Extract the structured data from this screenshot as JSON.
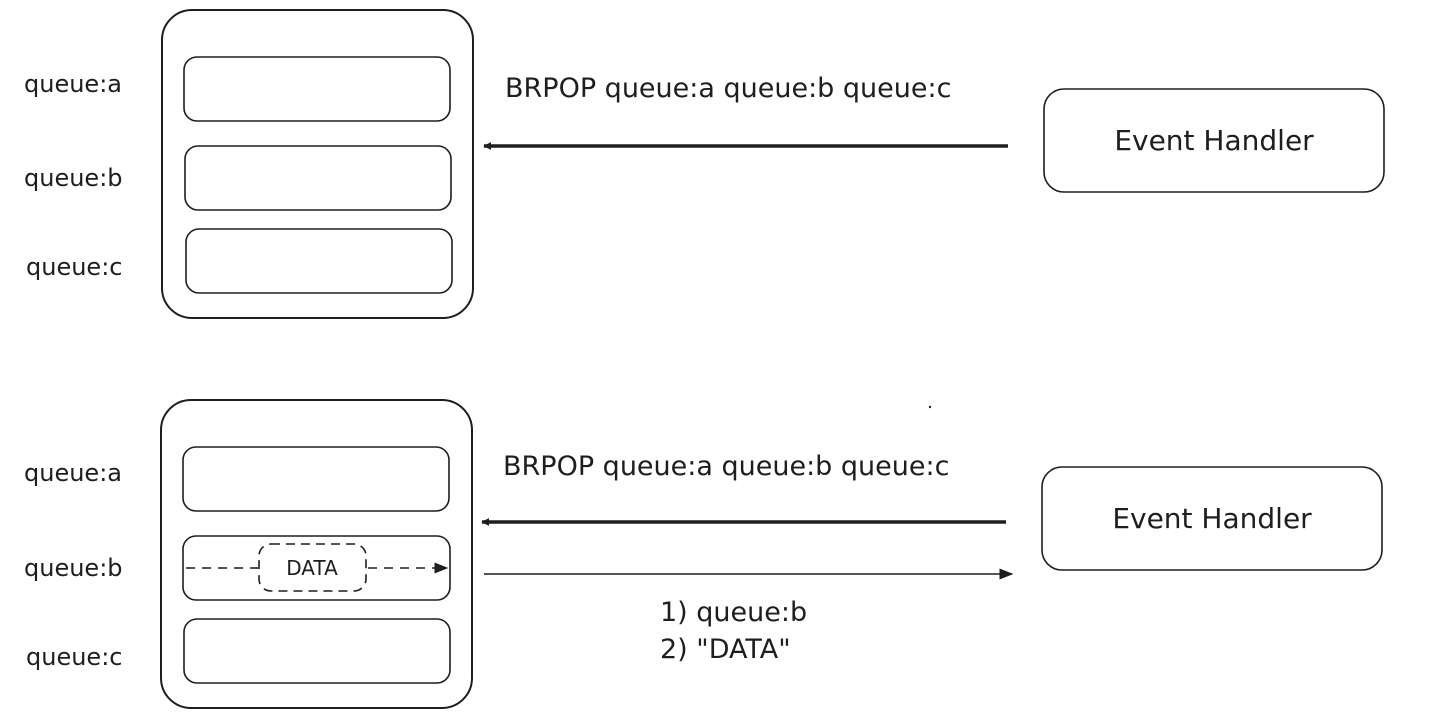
{
  "diagrams": [
    {
      "queues": [
        "queue:a",
        "queue:b",
        "queue:c"
      ],
      "command": "BRPOP queue:a queue:b queue:c",
      "handler": "Event Handler"
    },
    {
      "queues": [
        "queue:a",
        "queue:b",
        "queue:c"
      ],
      "command": "BRPOP queue:a queue:b queue:c",
      "handler": "Event Handler",
      "data_item": "DATA",
      "response": [
        "1) queue:b",
        "2) \"DATA\""
      ]
    }
  ]
}
